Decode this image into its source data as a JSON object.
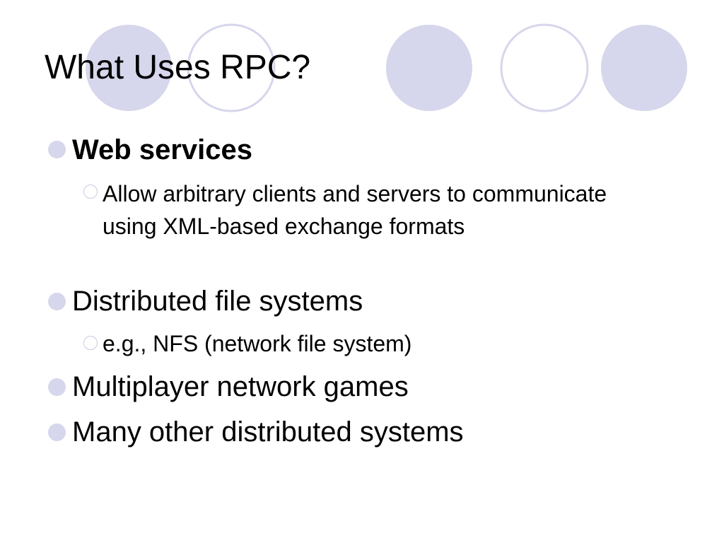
{
  "slide": {
    "title": "What Uses RPC?",
    "colors": {
      "accent_fill": "#d6d6ec",
      "accent_outline": "#d6d6ec",
      "text": "#000000",
      "background": "#ffffff"
    },
    "bullets": [
      {
        "level": 1,
        "text": "Web services",
        "bold": true,
        "icon": "filled-circle-bullet"
      },
      {
        "level": 2,
        "text": "Allow arbitrary clients and servers to communicate using XML-based exchange formats",
        "icon": "hollow-circle-bullet"
      },
      {
        "level": 1,
        "text": "Distributed file systems",
        "icon": "filled-circle-bullet"
      },
      {
        "level": 2,
        "text": "e.g., NFS (network file system)",
        "icon": "hollow-circle-bullet"
      },
      {
        "level": 1,
        "text": "Multiplayer network games",
        "icon": "filled-circle-bullet"
      },
      {
        "level": 1,
        "text": "Many other distributed systems",
        "icon": "filled-circle-bullet"
      }
    ]
  }
}
